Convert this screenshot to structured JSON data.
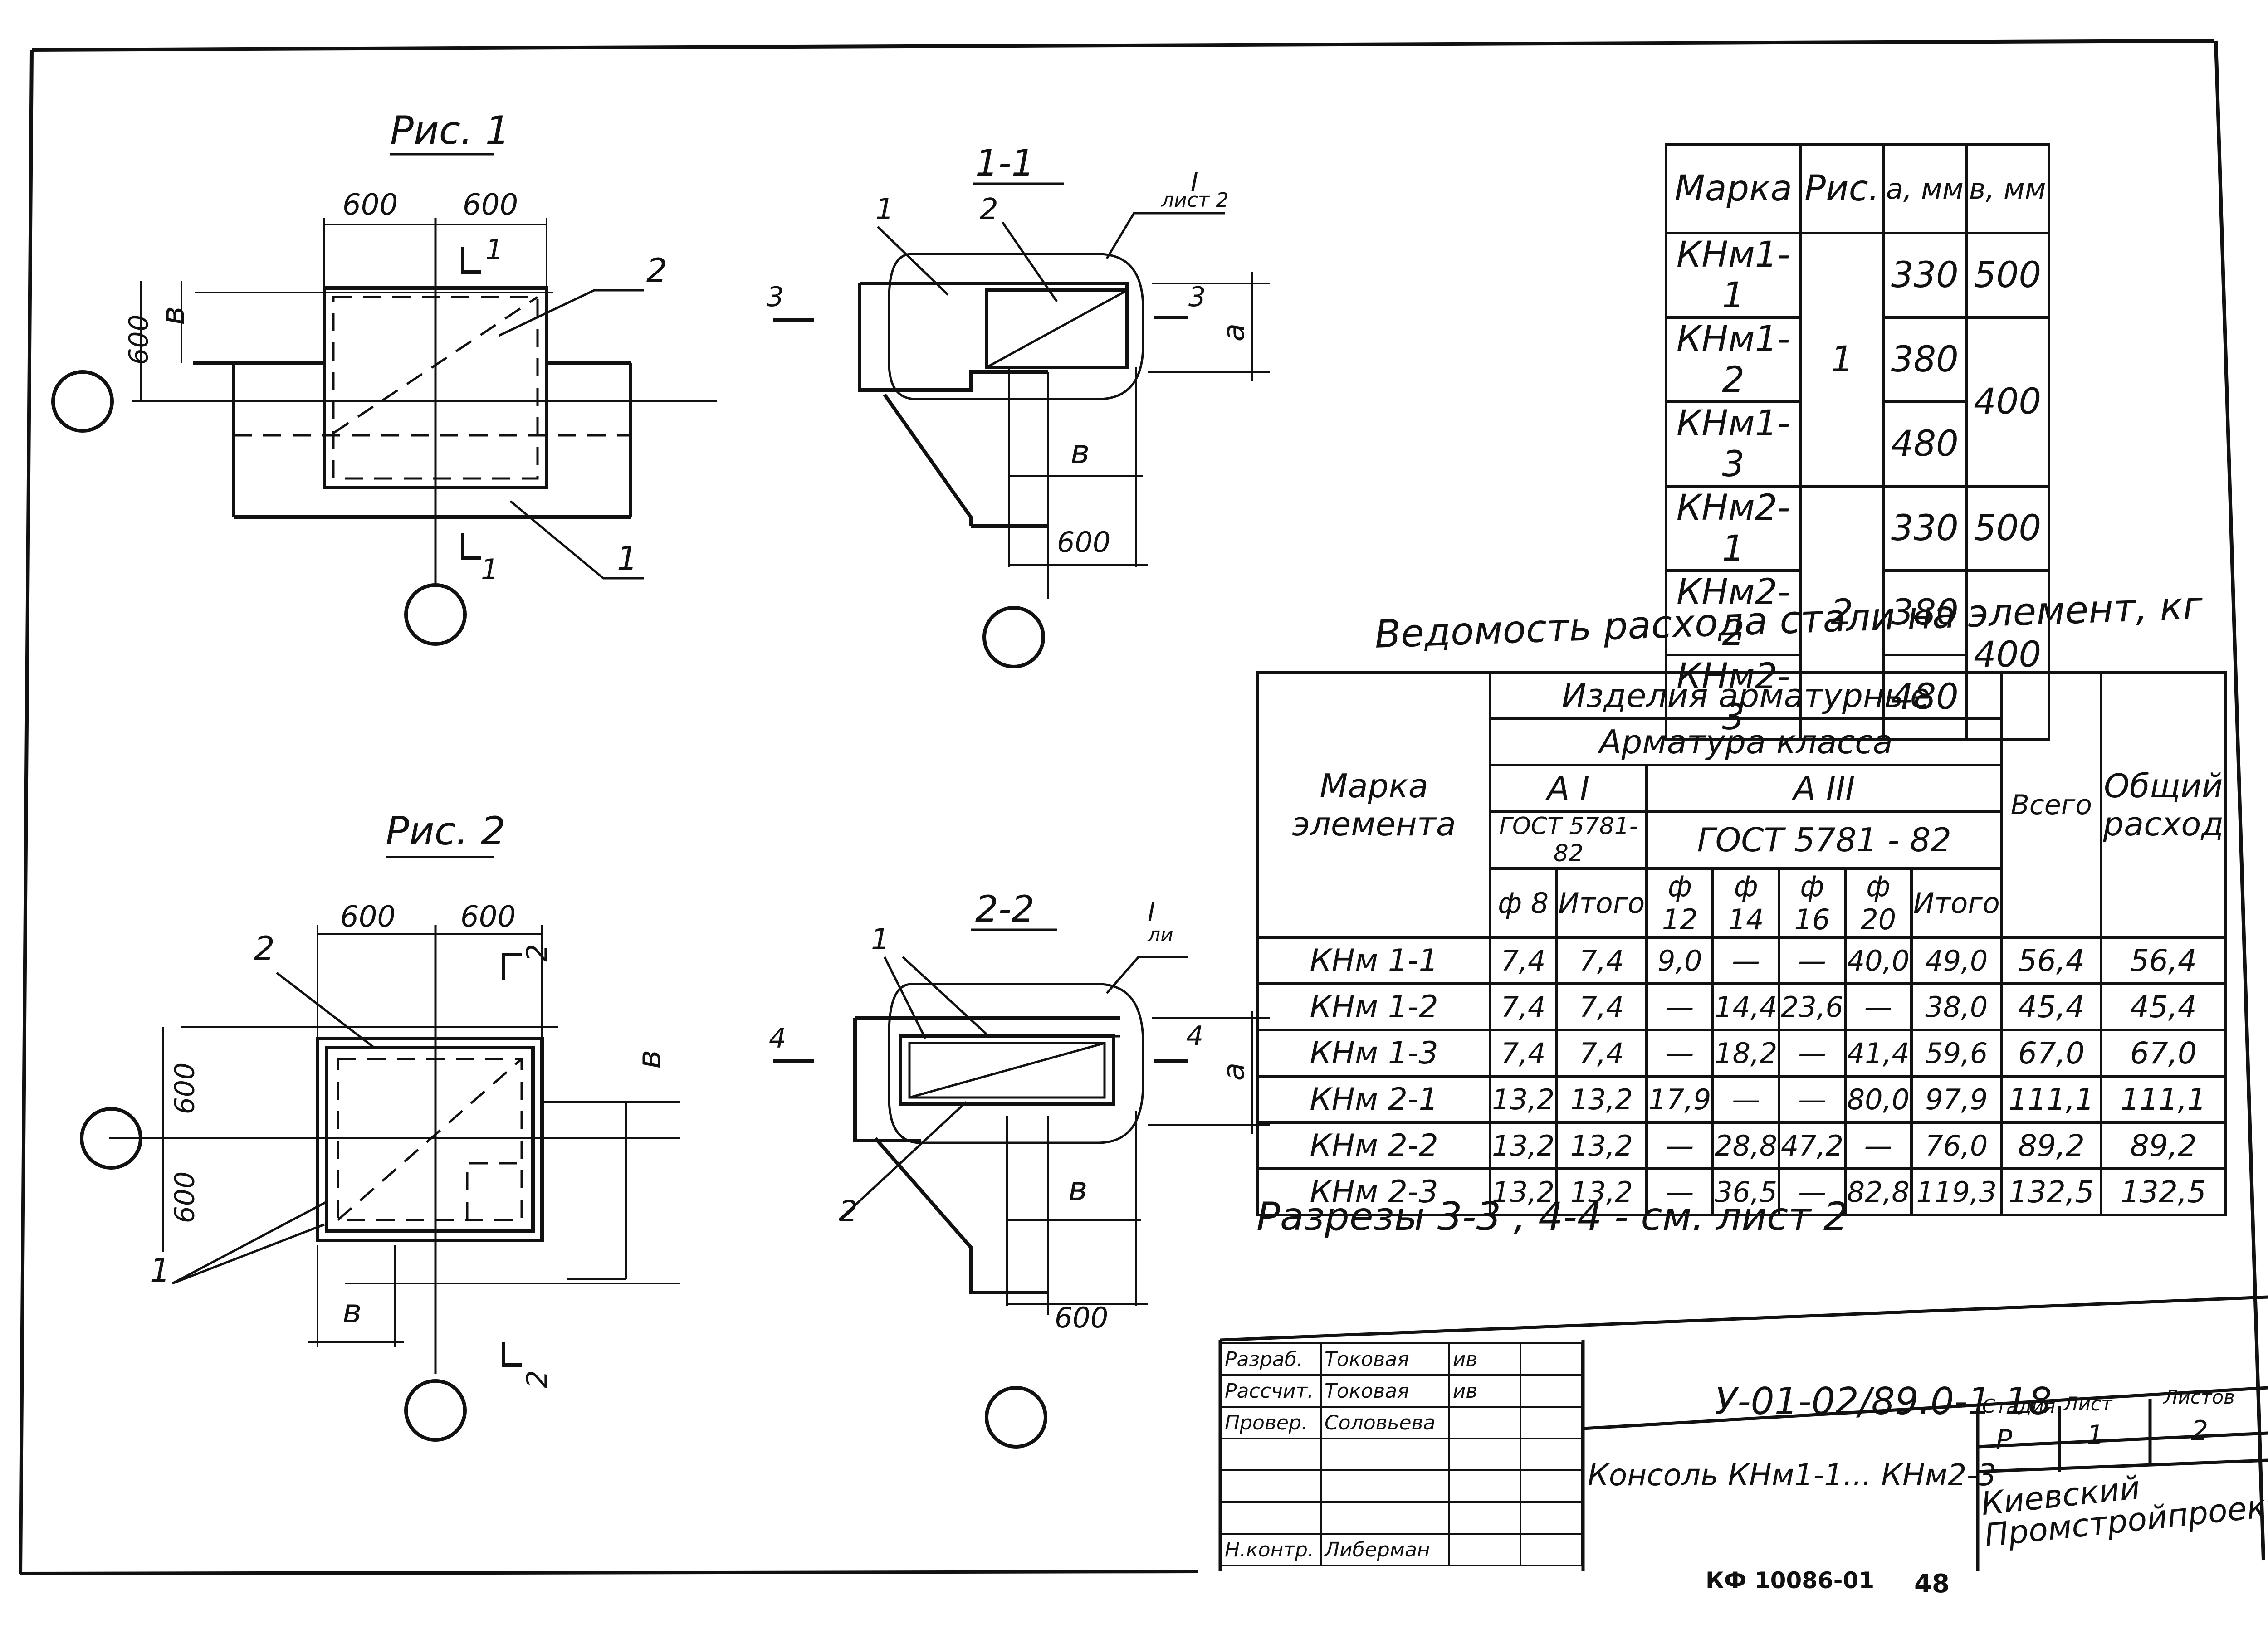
{
  "fig1": {
    "title": "Рис. 1",
    "dim_left": "600",
    "dim_right": "600",
    "dim_vert": "600",
    "dim_b": "в",
    "callout_1": "1",
    "callout_2": "2",
    "sec_mark_top": "1",
    "sec_mark_bot": "1"
  },
  "fig2": {
    "title": "Рис. 2",
    "dim_left": "600",
    "dim_right": "600",
    "dim_vert_top": "600",
    "dim_vert_bot": "600",
    "dim_b_right": "в",
    "dim_b_bot": "в",
    "callout_1": "1",
    "callout_2": "2",
    "sec_mark_top": "2",
    "sec_mark_bot": "2"
  },
  "sec11": {
    "title": "1-1",
    "callout_1": "1",
    "callout_2": "2",
    "ref_roman": "I",
    "ref_sheet": "лист 2",
    "cut_left": "3",
    "cut_right": "3",
    "dim_a": "а",
    "dim_b": "в",
    "dim_600": "600"
  },
  "sec22": {
    "title": "2-2",
    "callout_1": "1",
    "callout_2": "2",
    "ref_roman": "I",
    "ref_sheet": "ли",
    "cut_left": "4",
    "cut_right": "4",
    "dim_a": "а",
    "dim_b": "в",
    "dim_600": "600"
  },
  "marks_table": {
    "headers": [
      "Марка",
      "Рис.",
      "а, мм",
      "в, мм"
    ],
    "rows": [
      {
        "mark": "КНм1-1",
        "a": "330"
      },
      {
        "mark": "КНм1-2",
        "a": "380"
      },
      {
        "mark": "КНм1-3",
        "a": "480"
      },
      {
        "mark": "КНм2-1",
        "a": "330"
      },
      {
        "mark": "КНм2-2",
        "a": "380"
      },
      {
        "mark": "КНм2-3",
        "a": "480"
      }
    ],
    "fig_group1": "1",
    "fig_group2": "2",
    "b_1": "500",
    "b_2": "400",
    "b_3": "500",
    "b_4": "400"
  },
  "steel_table": {
    "title": "Ведомость расхода стали на элемент, кг",
    "h_mark": "Марка элемента",
    "h_items": "Изделия арматурные",
    "h_class": "Арматура класса",
    "h_a1": "А I",
    "h_a3": "А III",
    "h_gost1": "ГОСТ 5781-82",
    "h_gost2": "ГОСТ 5781 - 82",
    "h_total": "Всего",
    "h_overall": "Общий расход",
    "cols": [
      "ф 8",
      "Итого",
      "ф 12",
      "ф 14",
      "ф 16",
      "ф 20",
      "Итого"
    ],
    "rows": [
      [
        "КНм 1-1",
        "7,4",
        "7,4",
        "9,0",
        "—",
        "—",
        "40,0",
        "49,0",
        "56,4",
        "56,4"
      ],
      [
        "КНм 1-2",
        "7,4",
        "7,4",
        "—",
        "14,4",
        "23,6",
        "—",
        "38,0",
        "45,4",
        "45,4"
      ],
      [
        "КНм 1-3",
        "7,4",
        "7,4",
        "—",
        "18,2",
        "—",
        "41,4",
        "59,6",
        "67,0",
        "67,0"
      ],
      [
        "КНм 2-1",
        "13,2",
        "13,2",
        "17,9",
        "—",
        "—",
        "80,0",
        "97,9",
        "111,1",
        "111,1"
      ],
      [
        "КНм 2-2",
        "13,2",
        "13,2",
        "—",
        "28,8",
        "47,2",
        "—",
        "76,0",
        "89,2",
        "89,2"
      ],
      [
        "КНм 2-3",
        "13,2",
        "13,2",
        "—",
        "36,5",
        "—",
        "82,8",
        "119,3",
        "132,5",
        "132,5"
      ]
    ]
  },
  "note": "Разрезы 3-3 , 4-4 - см. лист 2",
  "stamp": {
    "roles": [
      [
        "Разраб.",
        "Токовая",
        "ив"
      ],
      [
        "Рассчит.",
        "Токовая",
        "ив"
      ],
      [
        "Провер.",
        "Соловьева",
        ""
      ],
      [
        "",
        "",
        ""
      ],
      [
        "",
        "",
        ""
      ],
      [
        "",
        "",
        ""
      ],
      [
        "Н.контр.",
        "Либерман",
        ""
      ]
    ],
    "code": "У-01-02/89.0-1-18",
    "name": "Консоль КНм1-1... КНм2-3",
    "h_stage": "Стадия",
    "h_sheet": "Лист",
    "h_sheets": "Листов",
    "stage": "Р",
    "sheet": "1",
    "sheets": "2",
    "org": "Киевский Промстройпроект"
  },
  "footer": {
    "code": "КФ 10086-01",
    "page": "48"
  }
}
